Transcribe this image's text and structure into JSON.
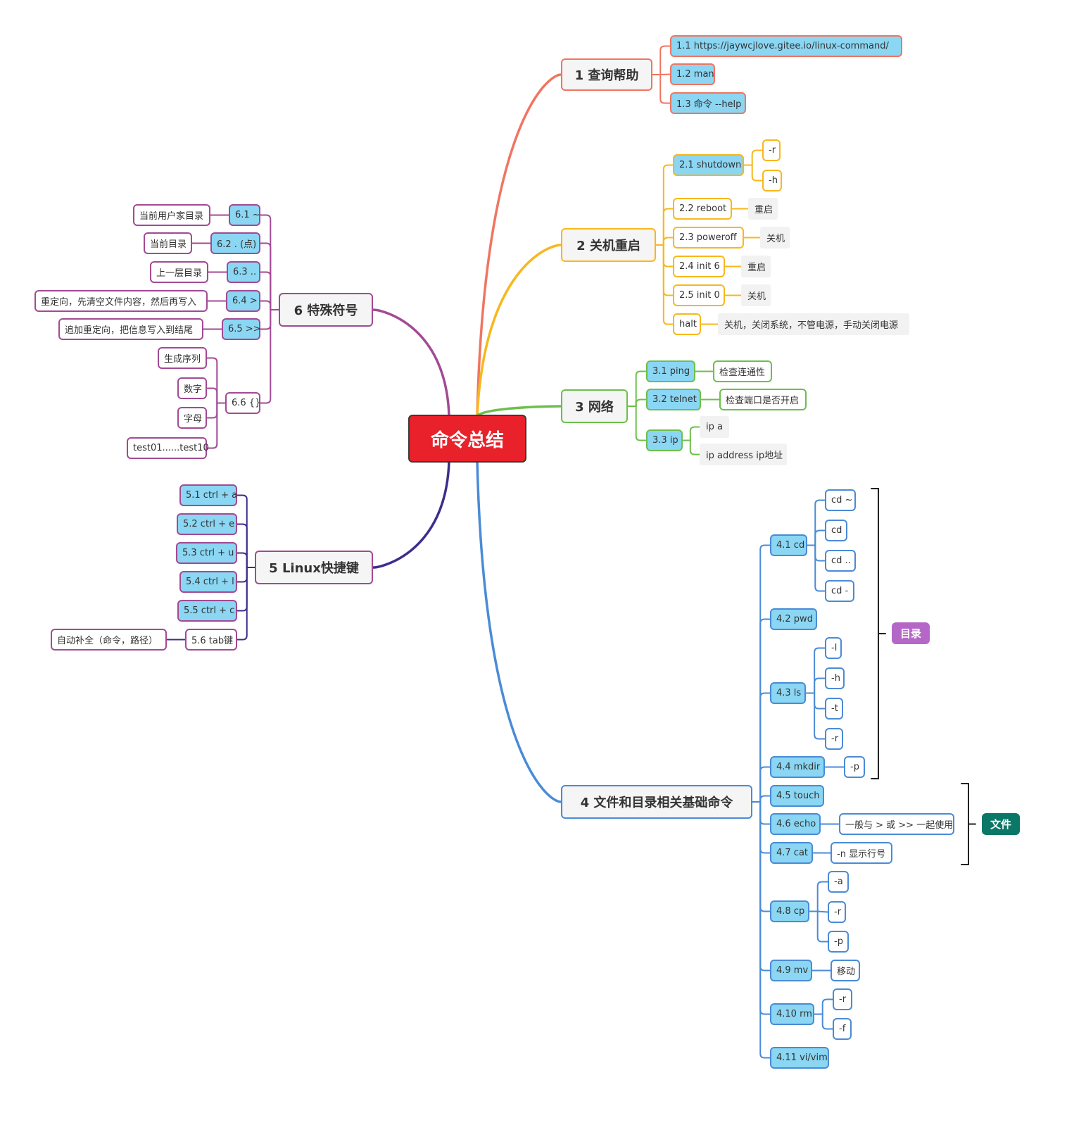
{
  "center": {
    "label": "命令总结",
    "color": "#e8212a"
  },
  "branches": [
    {
      "id": "b1",
      "label": "1 查询帮助",
      "color": "#f07561",
      "fill": "#8ad6f3",
      "children": [
        {
          "id": "b1-1",
          "label": "1.1 https://jaywcjlove.gitee.io/linux-command/",
          "fill": true
        },
        {
          "id": "b1-2",
          "label": "1.2 man",
          "fill": true
        },
        {
          "id": "b1-3",
          "label": "1.3 命令 --help",
          "fill": true
        }
      ]
    },
    {
      "id": "b2",
      "label": "2 关机重启",
      "color": "#f8b71c",
      "fill": "#8ad6f3",
      "children": [
        {
          "id": "b2-1",
          "label": "2.1 shutdown",
          "fill": true,
          "children": [
            {
              "id": "b2-1-1",
              "label": "-r"
            },
            {
              "id": "b2-1-2",
              "label": "-h"
            }
          ]
        },
        {
          "id": "b2-2",
          "label": "2.2 reboot",
          "children": [
            {
              "id": "b2-2-1",
              "label": "重启",
              "plain": true
            }
          ]
        },
        {
          "id": "b2-3",
          "label": "2.3 poweroff",
          "children": [
            {
              "id": "b2-3-1",
              "label": "关机",
              "plain": true
            }
          ]
        },
        {
          "id": "b2-4",
          "label": "2.4 init 6",
          "children": [
            {
              "id": "b2-4-1",
              "label": "重启",
              "plain": true
            }
          ]
        },
        {
          "id": "b2-5",
          "label": "2.5 init 0",
          "children": [
            {
              "id": "b2-5-1",
              "label": "关机",
              "plain": true
            }
          ]
        },
        {
          "id": "b2-6",
          "label": "halt",
          "children": [
            {
              "id": "b2-6-1",
              "label": "关机，关闭系统，不管电源，手动关闭电源",
              "plain": true
            }
          ]
        }
      ]
    },
    {
      "id": "b3",
      "label": "3 网络",
      "color": "#6cc04a",
      "fill": "#8ad6f3",
      "children": [
        {
          "id": "b3-1",
          "label": "3.1 ping",
          "fill": true,
          "children": [
            {
              "id": "b3-1-1",
              "label": "检查连通性"
            }
          ]
        },
        {
          "id": "b3-2",
          "label": "3.2 telnet",
          "fill": true,
          "children": [
            {
              "id": "b3-2-1",
              "label": "检查端口是否开启"
            }
          ]
        },
        {
          "id": "b3-3",
          "label": "3.3 ip",
          "fill": true,
          "children": [
            {
              "id": "b3-3-1",
              "label": "ip a",
              "plain": true
            },
            {
              "id": "b3-3-2",
              "label": "ip address ip地址",
              "plain": true
            }
          ]
        }
      ]
    },
    {
      "id": "b4",
      "label": "4 文件和目录相关基础命令",
      "color": "#4a8bd6",
      "fill": "#8ad6f3",
      "children": [
        {
          "id": "b4-1",
          "label": "4.1 cd",
          "fill": true,
          "children": [
            {
              "id": "b4-1-1",
              "label": "cd ~"
            },
            {
              "id": "b4-1-2",
              "label": "cd"
            },
            {
              "id": "b4-1-3",
              "label": "cd .."
            },
            {
              "id": "b4-1-4",
              "label": "cd -"
            }
          ]
        },
        {
          "id": "b4-2",
          "label": "4.2 pwd",
          "fill": true
        },
        {
          "id": "b4-3",
          "label": "4.3 ls",
          "fill": true,
          "children": [
            {
              "id": "b4-3-1",
              "label": "-l"
            },
            {
              "id": "b4-3-2",
              "label": "-h"
            },
            {
              "id": "b4-3-3",
              "label": "-t"
            },
            {
              "id": "b4-3-4",
              "label": "-r"
            }
          ]
        },
        {
          "id": "b4-4",
          "label": "4.4 mkdir",
          "fill": true,
          "children": [
            {
              "id": "b4-4-1",
              "label": "-p"
            }
          ]
        },
        {
          "id": "b4-5",
          "label": "4.5 touch",
          "fill": true
        },
        {
          "id": "b4-6",
          "label": "4.6 echo",
          "fill": true,
          "children": [
            {
              "id": "b4-6-1",
              "label": "一般与 > 或 >> 一起使用"
            }
          ]
        },
        {
          "id": "b4-7",
          "label": "4.7 cat",
          "fill": true,
          "children": [
            {
              "id": "b4-7-1",
              "label": "-n 显示行号"
            }
          ]
        },
        {
          "id": "b4-8",
          "label": "4.8 cp",
          "fill": true,
          "children": [
            {
              "id": "b4-8-1",
              "label": "-a"
            },
            {
              "id": "b4-8-2",
              "label": "-r"
            },
            {
              "id": "b4-8-3",
              "label": "-p"
            }
          ]
        },
        {
          "id": "b4-9",
          "label": "4.9 mv",
          "fill": true,
          "children": [
            {
              "id": "b4-9-1",
              "label": "移动"
            }
          ]
        },
        {
          "id": "b4-10",
          "label": "4.10 rm",
          "fill": true,
          "children": [
            {
              "id": "b4-10-1",
              "label": "-r"
            },
            {
              "id": "b4-10-2",
              "label": "-f"
            }
          ]
        },
        {
          "id": "b4-11",
          "label": "4.11 vi/vim",
          "fill": true
        }
      ]
    },
    {
      "id": "b5",
      "label": "5 Linux快捷键",
      "color": "#3f2d8c",
      "border": "#a24a94",
      "fill": "#8ad6f3",
      "children": [
        {
          "id": "b5-1",
          "label": "5.1 ctrl + a",
          "fill": true
        },
        {
          "id": "b5-2",
          "label": "5.2 ctrl + e",
          "fill": true
        },
        {
          "id": "b5-3",
          "label": "5.3 ctrl + u",
          "fill": true
        },
        {
          "id": "b5-4",
          "label": "5.4 ctrl + l",
          "fill": true
        },
        {
          "id": "b5-5",
          "label": "5.5 ctrl + c",
          "fill": true
        },
        {
          "id": "b5-6",
          "label": "5.6 tab键",
          "children": [
            {
              "id": "b5-6-1",
              "label": "自动补全（命令，路径）"
            }
          ]
        }
      ]
    },
    {
      "id": "b6",
      "label": "6 特殊符号",
      "color": "#a24a94",
      "fill": "#8ad6f3",
      "children": [
        {
          "id": "b6-1",
          "label": "6.1 ~",
          "fill": true,
          "children": [
            {
              "id": "b6-1-1",
              "label": "当前用户家目录"
            }
          ]
        },
        {
          "id": "b6-2",
          "label": "6.2 . (点)",
          "fill": true,
          "children": [
            {
              "id": "b6-2-1",
              "label": "当前目录"
            }
          ]
        },
        {
          "id": "b6-3",
          "label": "6.3 ..",
          "fill": true,
          "children": [
            {
              "id": "b6-3-1",
              "label": "上一层目录"
            }
          ]
        },
        {
          "id": "b6-4",
          "label": "6.4 >",
          "fill": true,
          "children": [
            {
              "id": "b6-4-1",
              "label": "重定向，先清空文件内容，然后再写入"
            }
          ]
        },
        {
          "id": "b6-5",
          "label": "6.5 >>",
          "fill": true,
          "children": [
            {
              "id": "b6-5-1",
              "label": "追加重定向，把信息写入到结尾"
            }
          ]
        },
        {
          "id": "b6-6",
          "label": "6.6 {}",
          "children": [
            {
              "id": "b6-6-1",
              "label": "生成序列"
            },
            {
              "id": "b6-6-2",
              "label": "数字"
            },
            {
              "id": "b6-6-3",
              "label": "字母"
            },
            {
              "id": "b6-6-4",
              "label": "test01......test10"
            }
          ]
        }
      ]
    }
  ],
  "summaries": [
    {
      "id": "s1",
      "label": "目录",
      "color": "#b467c7"
    },
    {
      "id": "s2",
      "label": "文件",
      "color": "#0b7766"
    }
  ]
}
